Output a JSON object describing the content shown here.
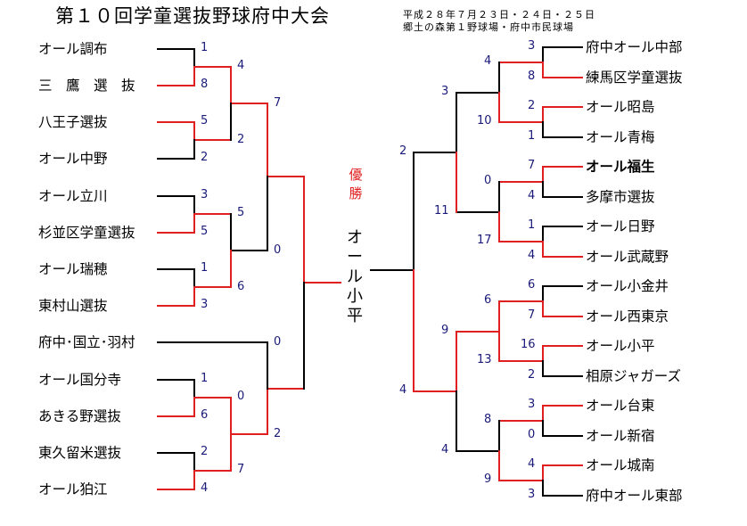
{
  "title": "第１０回学童選抜野球府中大会",
  "info": {
    "line1": "平成２８年７月２３日・２４日・２５日",
    "line2": "郷土の森第１野球場・府中市民球場"
  },
  "left_teams": [
    "オール調布",
    "三　鷹　選　抜",
    "八王子選抜",
    "オール中野",
    "オール立川",
    "杉並区学童選抜",
    "オール瑞穂",
    "東村山選抜",
    "府中･国立･羽村",
    "オール国分寺",
    "あきる野選抜",
    "東久留米選抜",
    "オール狛江"
  ],
  "right_teams": [
    "府中オール中部",
    "練馬区学童選抜",
    "オール昭島",
    "オール青梅",
    "オール福生",
    "多摩市選抜",
    "オール日野",
    "オール武蔵野",
    "オール小金井",
    "オール西東京",
    "オール小平",
    "相原ジャガーズ",
    "オール台東",
    "オール新宿",
    "オール城南",
    "府中オール東部"
  ],
  "scores": {
    "l1": [
      "1",
      "8",
      "5",
      "2",
      "3",
      "5",
      "1",
      "3",
      "1",
      "6",
      "2",
      "4"
    ],
    "l2": [
      "4",
      "2",
      "5",
      "6",
      "0",
      "7"
    ],
    "l3": [
      "7",
      "0",
      "0",
      "2"
    ],
    "r1": [
      "3",
      "8",
      "2",
      "1",
      "7",
      "4",
      "1",
      "4",
      "6",
      "7",
      "16",
      "2",
      "3",
      "0",
      "4",
      "3"
    ],
    "r2": [
      "4",
      "10",
      "0",
      "17",
      "6",
      "13",
      "8",
      "9"
    ],
    "r3": [
      "3",
      "11",
      "9",
      "4"
    ],
    "r4": [
      "2",
      "4"
    ]
  },
  "champion": {
    "label": "優勝",
    "team": "オール小平"
  },
  "colors": {
    "win": "#e02020",
    "lose": "#000000",
    "score": "#1a1a7a"
  }
}
